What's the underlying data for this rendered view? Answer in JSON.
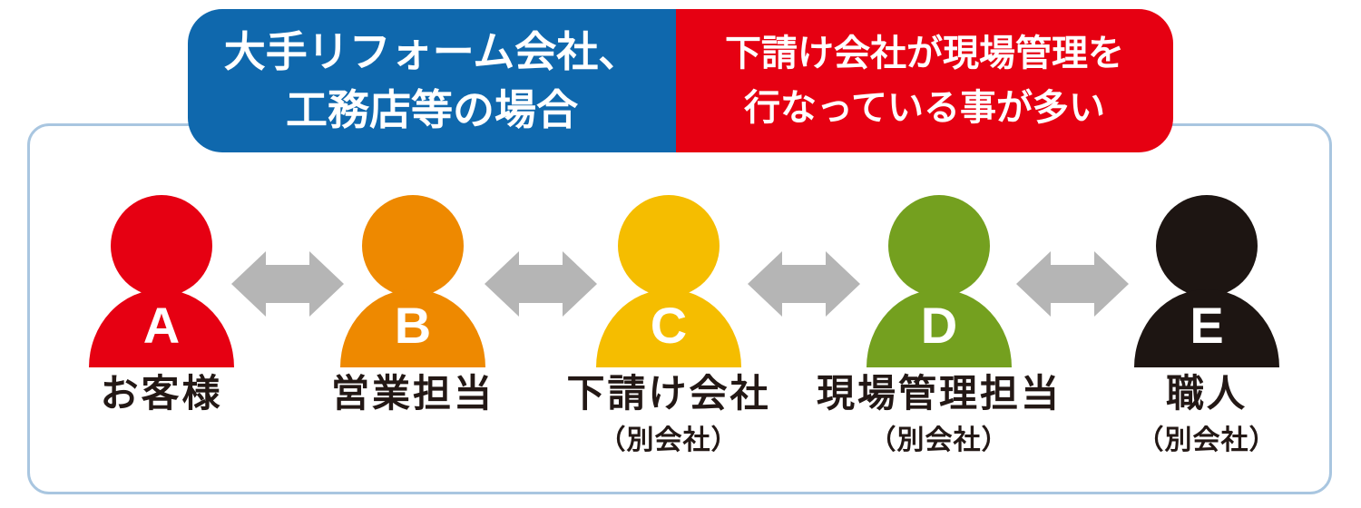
{
  "header": {
    "left_tag": {
      "bg_color": "#0f68ad",
      "lines": [
        "大手リフォーム会社、",
        "工務店等の場合"
      ]
    },
    "right_tag": {
      "bg_color": "#e60012",
      "lines": [
        "下請け会社が現場管理を",
        "行なっている事が多い"
      ]
    }
  },
  "diagram": {
    "card_border_color": "#a9c6e0",
    "arrow_color": "#b5b5b5",
    "label_color": "#231815",
    "people": [
      {
        "letter": "A",
        "color": "#e60012",
        "label": "お客様",
        "sublabel": ""
      },
      {
        "letter": "B",
        "color": "#ee8900",
        "label": "営業担当",
        "sublabel": ""
      },
      {
        "letter": "C",
        "color": "#f5bd00",
        "label": "下請け会社",
        "sublabel": "（別会社）"
      },
      {
        "letter": "D",
        "color": "#74a01f",
        "label": "現場管理担当",
        "sublabel": "（別会社）"
      },
      {
        "letter": "E",
        "color": "#1d1512",
        "label": "職人",
        "sublabel": "（別会社）"
      }
    ]
  }
}
